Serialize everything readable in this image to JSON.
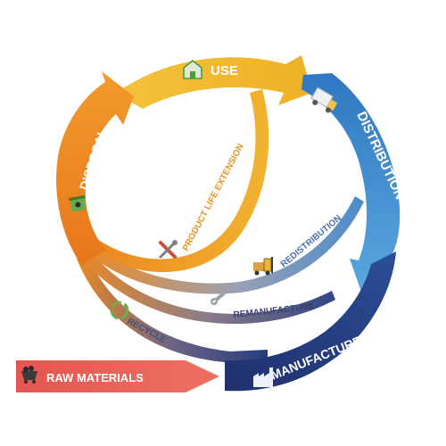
{
  "stages": {
    "use": "USE",
    "distribution": "DISTRIBUTION",
    "manufacture": "MANUFACTURE",
    "disposal": "DISPOSAL"
  },
  "loops": {
    "product_life_extension": "PRODUCT LIFE EXTENSION",
    "redistribution": "REDISTRIBUTION",
    "remanufacture": "REMANUFACTURE",
    "recycle": "RECYCLE"
  },
  "input": {
    "raw_materials": "RAW MATERIALS"
  },
  "colors": {
    "use": "#f2b72f",
    "distribution": "#3f8fd0",
    "manufacture": "#283f83",
    "disposal": "#ec8a22",
    "raw_materials": "#e85f5a",
    "product_life_extension_text": "#e8941f",
    "redistribution_text": "#4b6fa8",
    "remanufacture_text": "#3a3f6e",
    "recycle_text": "#3f4f82"
  },
  "icons": {
    "use": "house-icon",
    "distribution": "delivery-truck-icon",
    "manufacture": "factory-icon",
    "disposal": "trash-bin-icon",
    "raw_materials": "mine-cart-icon",
    "product_life_extension": "repair-tools-icon",
    "redistribution": "forklift-icon",
    "remanufacture": "wrench-icon",
    "recycle": "recycle-icon"
  }
}
